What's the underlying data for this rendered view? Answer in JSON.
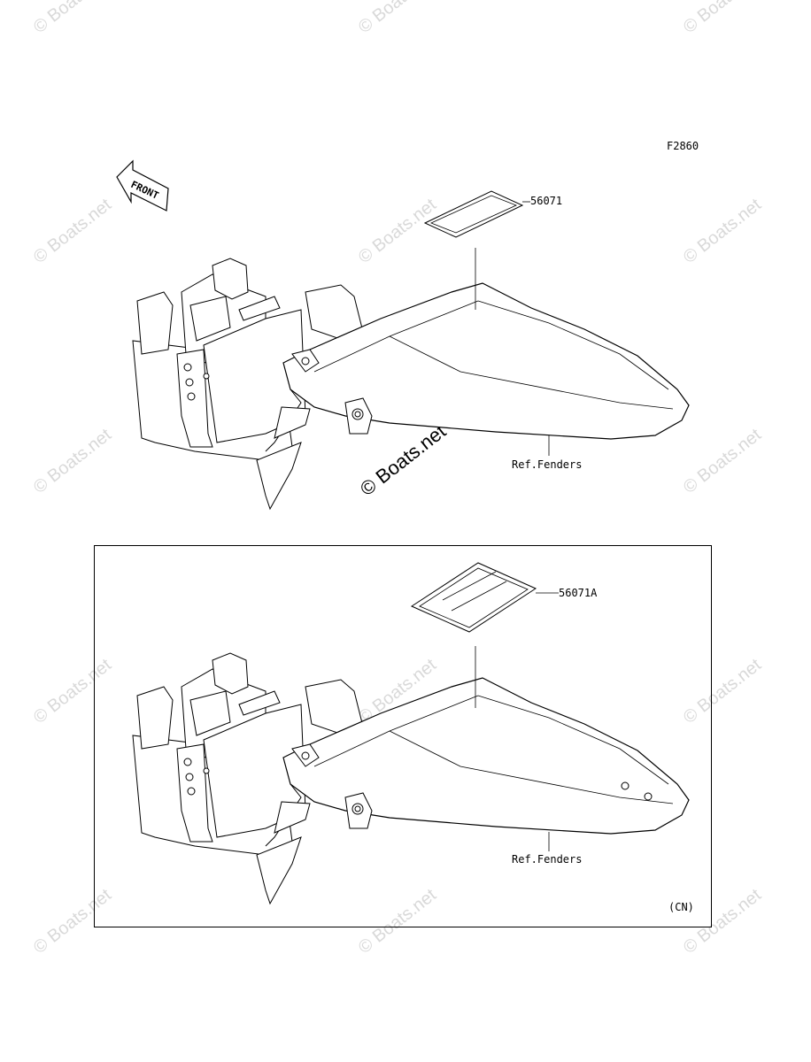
{
  "diagram": {
    "figure_code": "F2860",
    "front_arrow": "FRONT",
    "top_section": {
      "part_number": "56071",
      "reference": "Ref.Fenders"
    },
    "bottom_section": {
      "part_number": "56071A",
      "reference": "Ref.Fenders",
      "variant_note": "(CN)"
    }
  },
  "watermark": {
    "text": "© Boats.net"
  }
}
